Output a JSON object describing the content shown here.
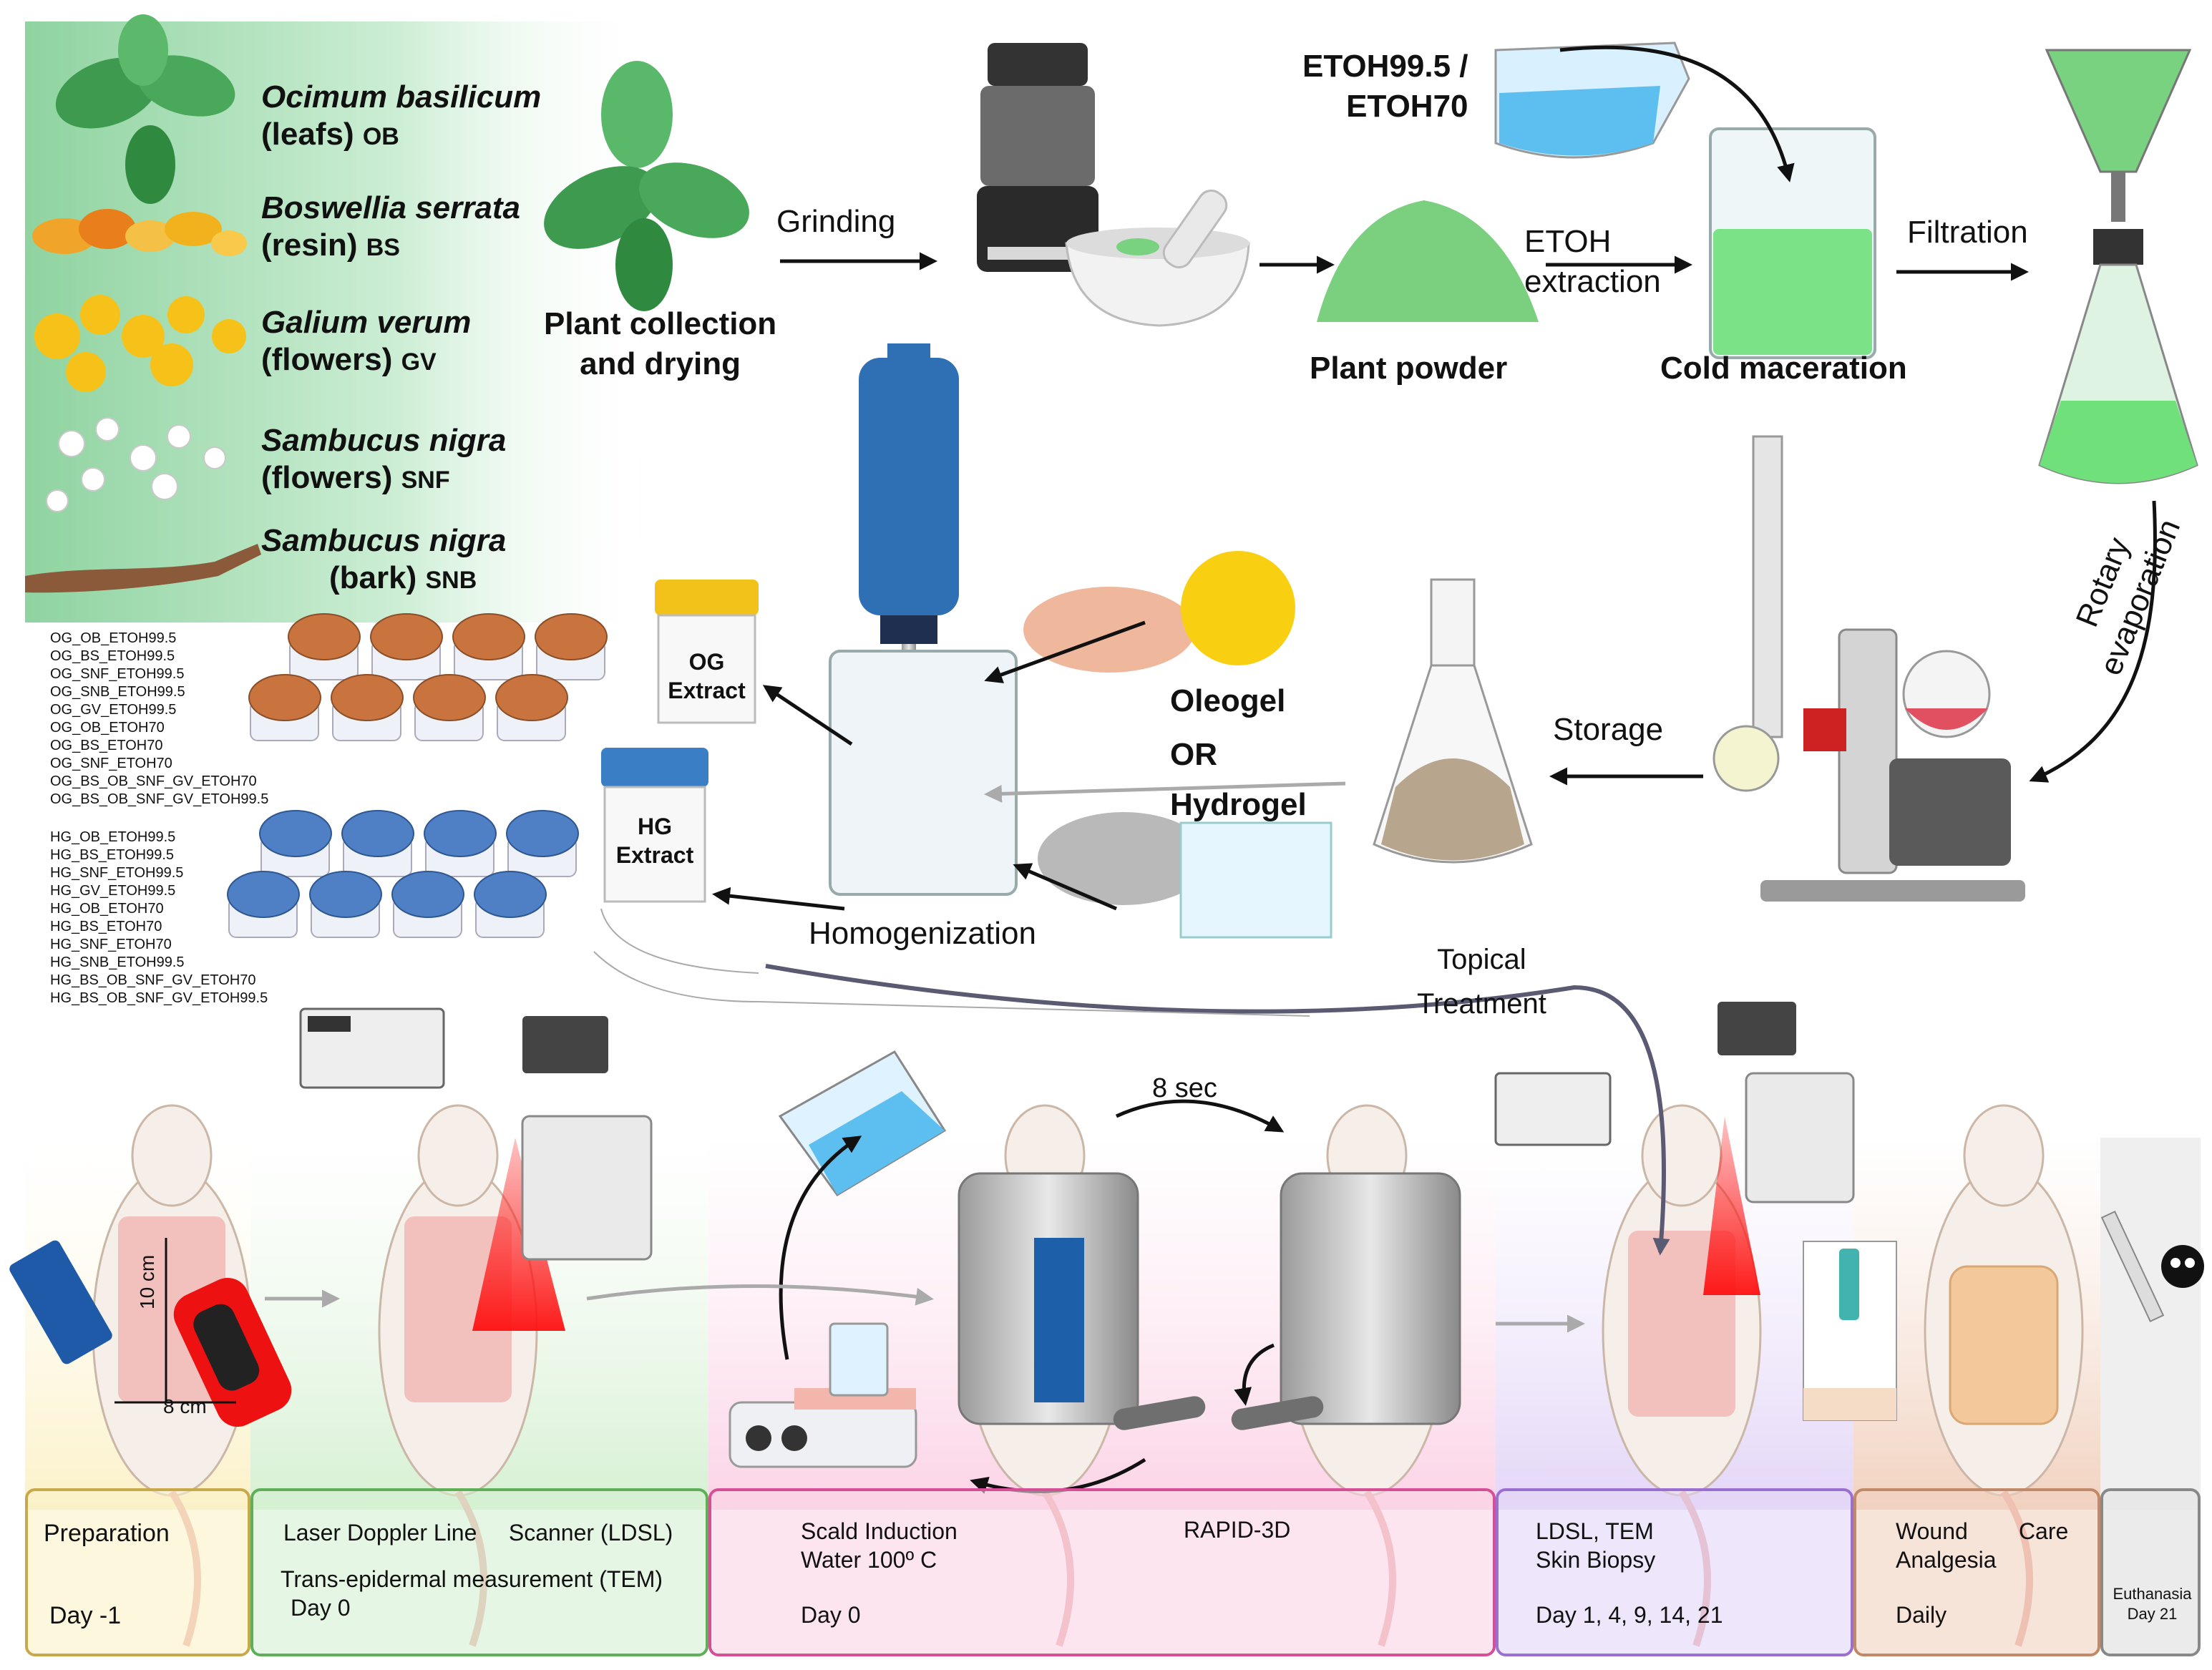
{
  "plants": [
    {
      "name": "Ocimum basilicum",
      "part": "(leafs)",
      "code": "OB"
    },
    {
      "name": "Boswellia serrata",
      "part": "(resin)",
      "code": "BS"
    },
    {
      "name": "Galium verum",
      "part": "(flowers)",
      "code": "GV"
    },
    {
      "name": "Sambucus nigra",
      "part": "(flowers)",
      "code": "SNF"
    },
    {
      "name": "Sambucus nigra",
      "part": "(bark)",
      "code": "SNB"
    }
  ],
  "steps": {
    "collection": "Plant collection\nand drying",
    "grinding": "Grinding",
    "powder": "Plant powder",
    "solvent": "ETOH99.5 /\nETOH70",
    "extraction": "ETOH\nextraction",
    "maceration": "Cold maceration",
    "filtration": "Filtration",
    "rotary": "Rotary\nevaporation",
    "storage": "Storage",
    "oleogel": "Oleogel",
    "or": "OR",
    "hydrogel": "Hydrogel",
    "homogenization": "Homogenization",
    "og_extract": "OG\nExtract",
    "hg_extract": "HG\nExtract",
    "topical": "Topical\nTreatment",
    "eight_sec": "8 sec",
    "ten_cm": "10 cm",
    "eight_cm": "8 cm"
  },
  "og_list": [
    "OG_OB_ETOH99.5",
    "OG_BS_ETOH99.5",
    "OG_SNF_ETOH99.5",
    "OG_SNB_ETOH99.5",
    "OG_GV_ETOH99.5",
    "OG_OB_ETOH70",
    "OG_BS_ETOH70",
    "OG_SNF_ETOH70",
    "OG_BS_OB_SNF_GV_ETOH70",
    "OG_BS_OB_SNF_GV_ETOH99.5"
  ],
  "hg_list": [
    "HG_OB_ETOH99.5",
    "HG_BS_ETOH99.5",
    "HG_SNF_ETOH99.5",
    "HG_GV_ETOH99.5",
    "HG_OB_ETOH70",
    "HG_BS_ETOH70",
    "HG_SNF_ETOH70",
    "HG_SNB_ETOH99.5",
    "HG_BS_OB_SNF_GV_ETOH70",
    "HG_BS_OB_SNF_GV_ETOH99.5"
  ],
  "timeline": {
    "prep": {
      "title": "Preparation",
      "day": "Day -1"
    },
    "ldsl": {
      "title": "Laser Doppler Line     Scanner (LDSL)",
      "sub": "Trans-epidermal measurement (TEM)",
      "day": "Day 0"
    },
    "scald": {
      "title": "Scald Induction\nWater 100º C",
      "rapid": "RAPID-3D",
      "day": "Day 0"
    },
    "measure": {
      "title": "LDSL, TEM\nSkin Biopsy",
      "day": "Day 1, 4, 9, 14, 21"
    },
    "care": {
      "title": "Wound        Care\nAnalgesia",
      "day": "Daily"
    },
    "euth": {
      "title": "Euthanasia\nDay 21"
    }
  },
  "colors": {
    "green_bg": "#bfe8c8",
    "og_lid": "#c9743f",
    "hg_lid": "#4f7fc4",
    "mixer": "#2f6fb3",
    "extract_green": "#6fe07a",
    "red_beam": "#ff2020"
  }
}
